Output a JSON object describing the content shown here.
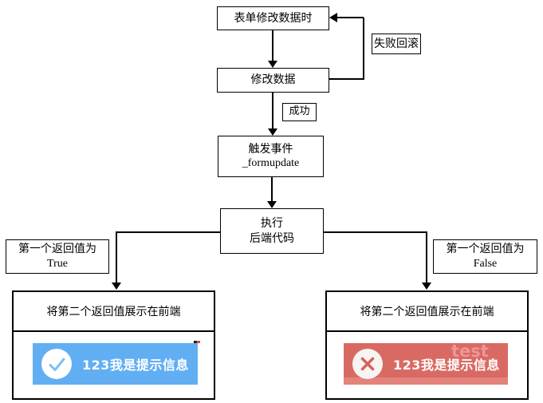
{
  "flowchart": {
    "nodes": {
      "form_edit": "表单修改数据时",
      "modify_data": "修改数据",
      "trigger_event": {
        "line1": "触发事件",
        "line2": "_formupdate"
      },
      "execute_backend": {
        "line1": "执行",
        "line2": "后端代码"
      }
    },
    "edge_labels": {
      "fail_rollback": "失败回滚",
      "success": "成功"
    },
    "branch_labels": {
      "true": {
        "line1": "第一个返回值为",
        "line2": "True"
      },
      "false": {
        "line1": "第一个返回值为",
        "line2": "False"
      }
    }
  },
  "results": {
    "true_branch": {
      "title": "将第二个返回值展示在前端",
      "toast": {
        "message": "123我是提示信息",
        "icon": "check-circle-icon",
        "bg": "#62aef3",
        "icon_stroke": "#7cc0f5"
      }
    },
    "false_branch": {
      "title": "将第二个返回值展示在前端",
      "toast": {
        "message": "123我是提示信息",
        "icon": "x-circle-icon",
        "bg": "#d96a63",
        "strip": "#e3837c",
        "icon_stroke": "#d5635d"
      }
    }
  },
  "watermark": {
    "text": "test",
    "color": "#f0a09e"
  },
  "colors": {
    "line": "#000000",
    "box_border": "#000000",
    "toast_text": "#ffffff"
  }
}
